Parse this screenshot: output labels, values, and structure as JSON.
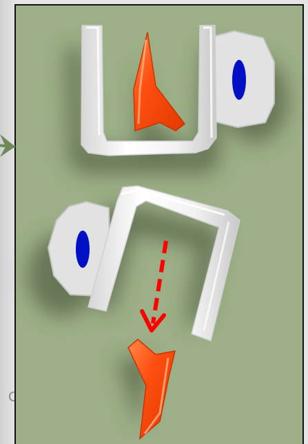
{
  "figure": {
    "panel_color": "#9caf86",
    "panel_border_color": "#111111",
    "backdrop_color": "#dcdcdc",
    "edge_letter": "C",
    "shapes": {
      "top_clamp": {
        "color": "#f4f4f4",
        "hole_color": "#0010c4",
        "icon": "u-clamp-with-eye"
      },
      "top_pointer": {
        "color": "#ff4f10",
        "icon": "arrow-pointer"
      },
      "bottom_clamp": {
        "color": "#f4f4f4",
        "hole_color": "#0010c4",
        "icon": "n-clamp-with-eye"
      },
      "bottom_pointer": {
        "color": "#ff4f10",
        "icon": "arrow-pointer"
      },
      "motion_arrow": {
        "color": "#ff0000",
        "style": "dashed",
        "direction": "down"
      },
      "side_arrow": {
        "color": "#6f8a5a",
        "icon": "arrowhead"
      }
    }
  }
}
